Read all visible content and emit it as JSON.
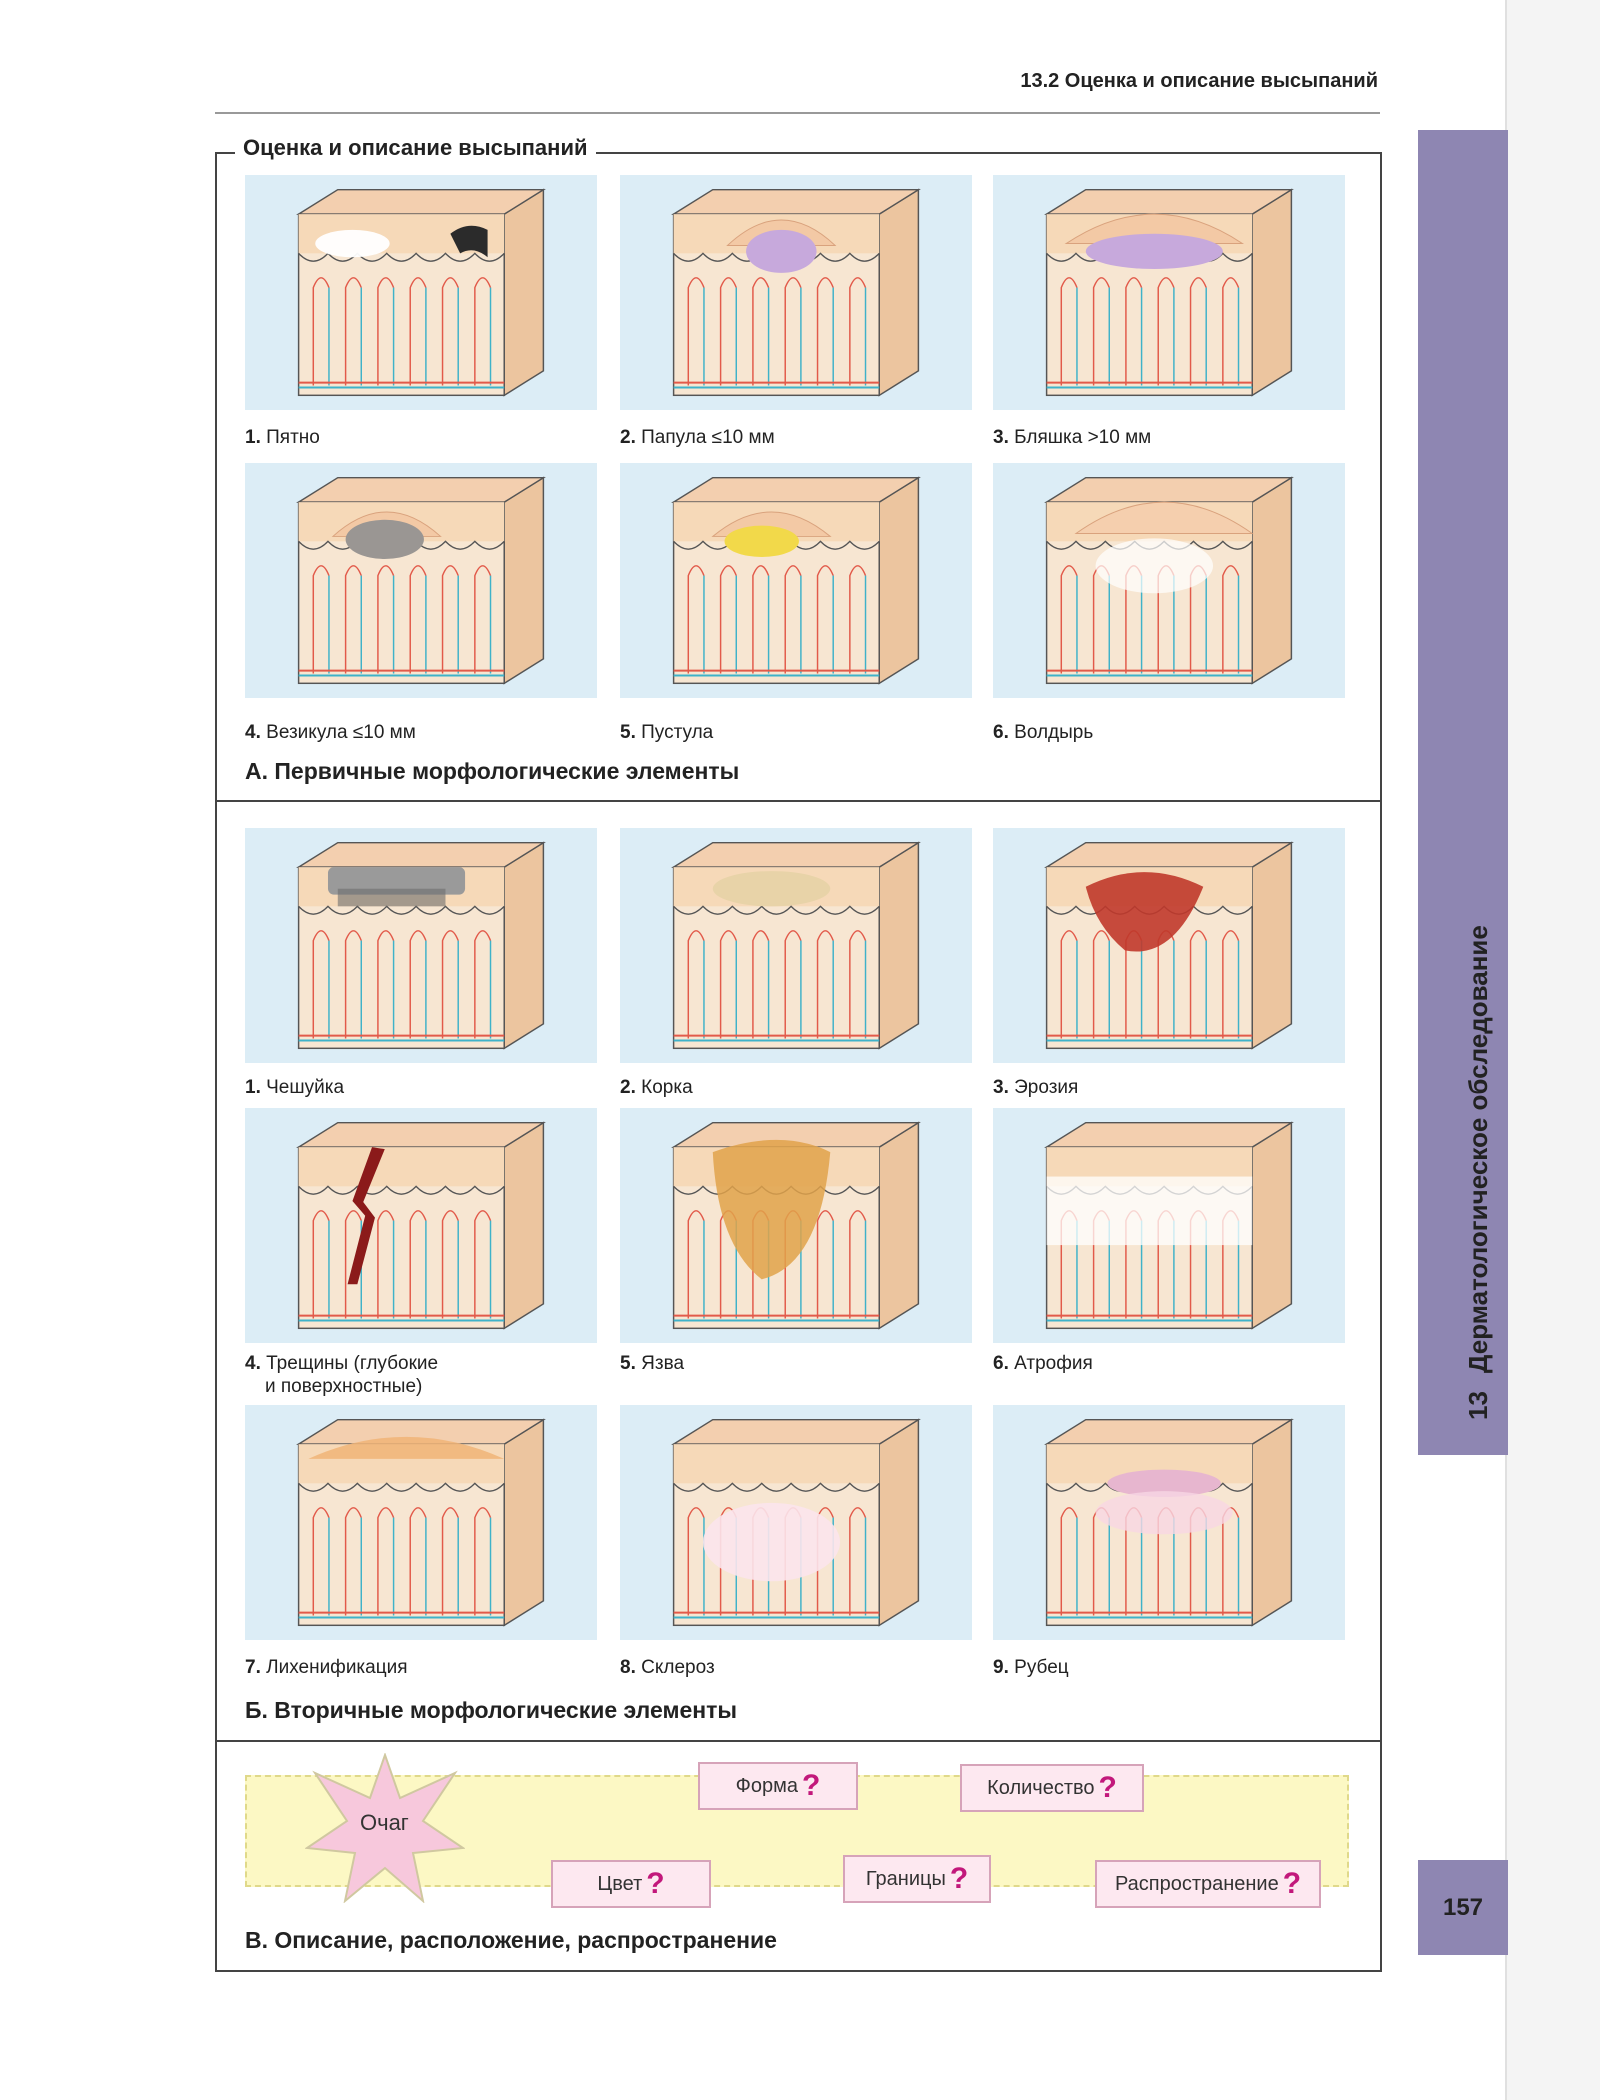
{
  "running_head": "13.2 Оценка и описание высыпаний",
  "frame_title": "Оценка и описание высыпаний",
  "side_tab": {
    "chapter_number": "13",
    "chapter_title": "Дерматологическое обследование"
  },
  "page_number": "157",
  "primary": {
    "label": "А. Первичные морфологические элементы",
    "items": [
      {
        "num": "1.",
        "name": "Пятно",
        "icon": "macule-icon"
      },
      {
        "num": "2.",
        "name": "Папула ≤10 мм",
        "icon": "papule-icon"
      },
      {
        "num": "3.",
        "name": "Бляшка >10 мм",
        "icon": "plaque-icon"
      },
      {
        "num": "4.",
        "name": "Везикула ≤10 мм",
        "icon": "vesicle-icon"
      },
      {
        "num": "5.",
        "name": "Пустула",
        "icon": "pustule-icon"
      },
      {
        "num": "6.",
        "name": "Волдырь",
        "icon": "wheal-icon"
      }
    ]
  },
  "secondary": {
    "label": "Б. Вторичные морфологические элементы",
    "items": [
      {
        "num": "1.",
        "name": "Чешуйка",
        "icon": "scale-icon"
      },
      {
        "num": "2.",
        "name": "Корка",
        "icon": "crust-icon"
      },
      {
        "num": "3.",
        "name": "Эрозия",
        "icon": "erosion-icon"
      },
      {
        "num": "4.",
        "name": "Трещины (глубокие",
        "name2": "и поверхностные)",
        "icon": "fissure-icon"
      },
      {
        "num": "5.",
        "name": "Язва",
        "icon": "ulcer-icon"
      },
      {
        "num": "6.",
        "name": "Атрофия",
        "icon": "atrophy-icon"
      },
      {
        "num": "7.",
        "name": "Лихенификация",
        "icon": "lichenification-icon"
      },
      {
        "num": "8.",
        "name": "Склероз",
        "icon": "sclerosis-icon"
      },
      {
        "num": "9.",
        "name": "Рубец",
        "icon": "scar-icon"
      }
    ]
  },
  "description": {
    "label": "В. Описание, расположение, распространение",
    "focus": "Очаг",
    "questions": {
      "form": "Форма",
      "count": "Количество",
      "color": "Цвет",
      "borders": "Границы",
      "spread": "Распространение"
    },
    "question_mark": "?"
  },
  "colors": {
    "tab": "#8e86b2",
    "skin": "#f6d9b8",
    "cell_bg": "#dcedf6",
    "question_mark": "#c2187b"
  }
}
